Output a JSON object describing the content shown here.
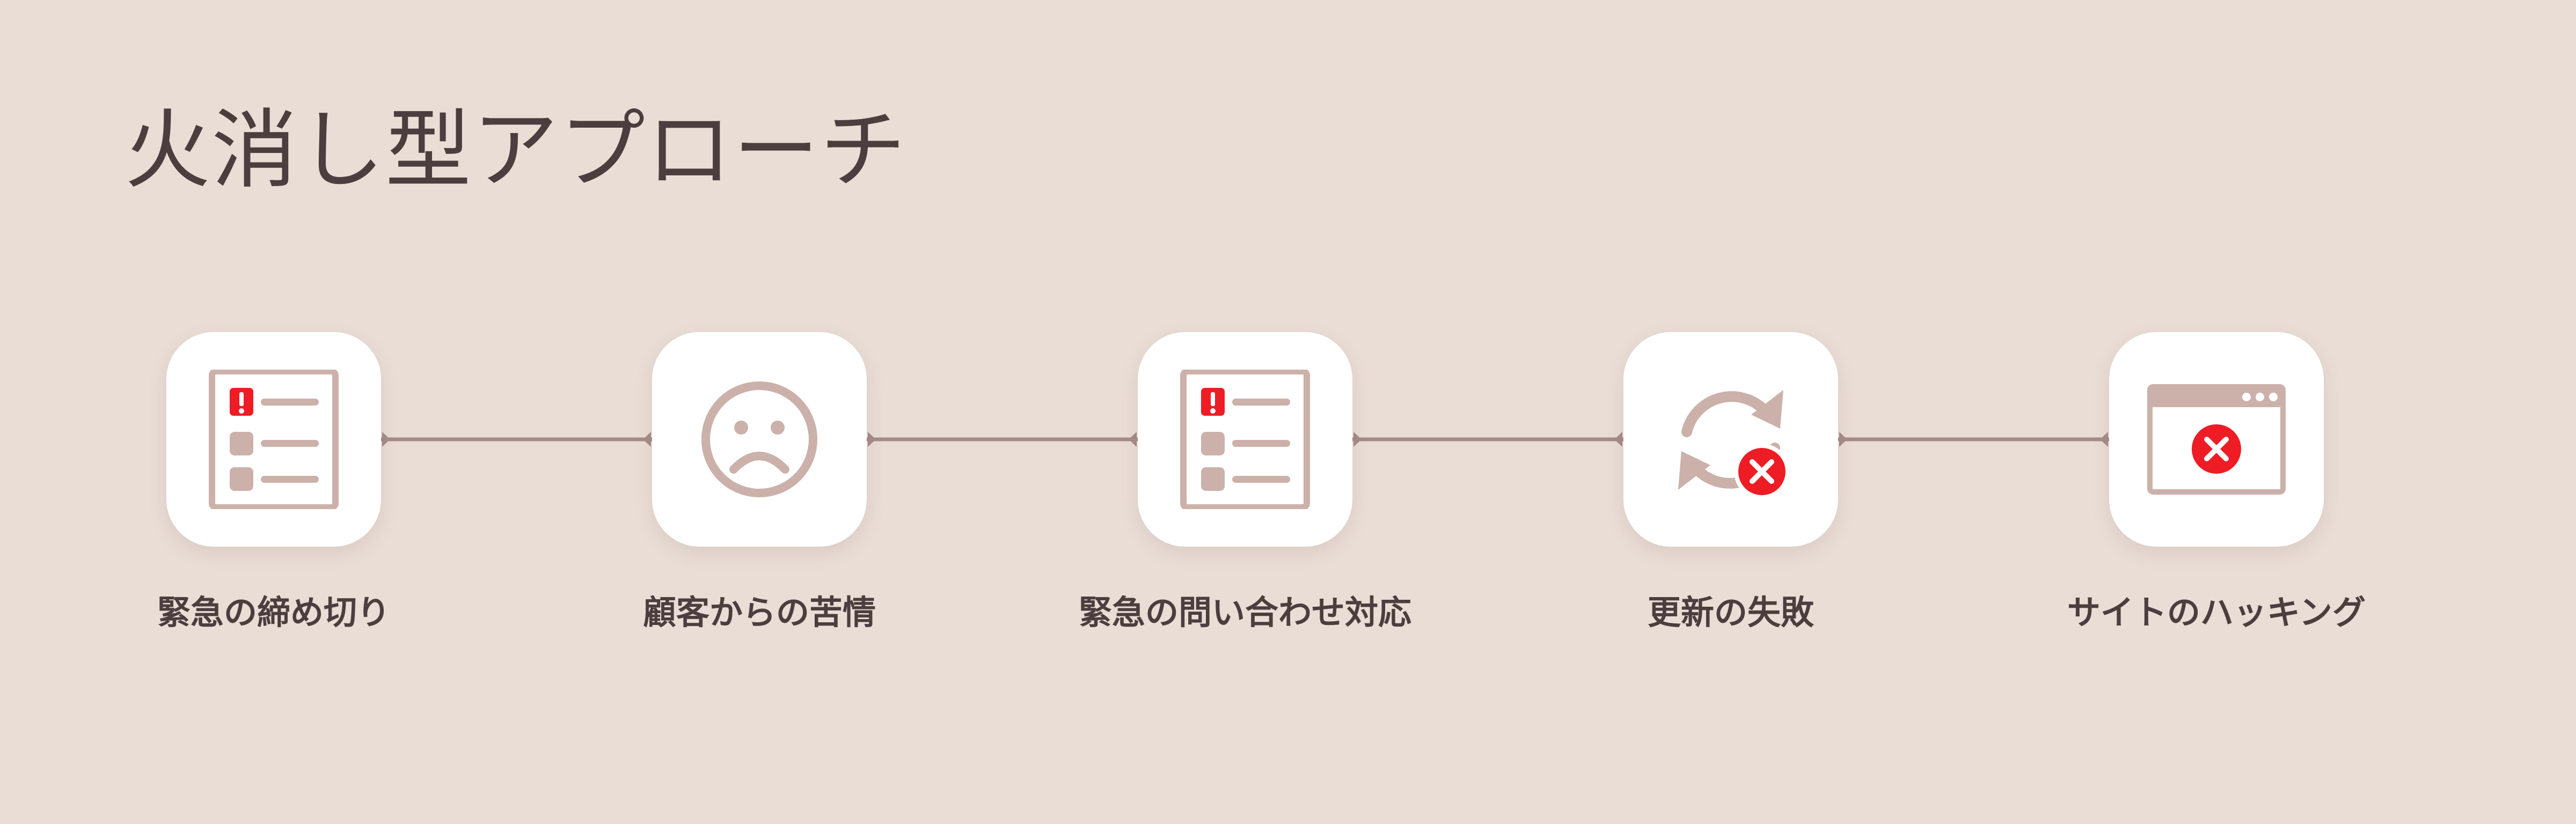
{
  "title": "火消し型アプローチ",
  "colors": {
    "background": "#e9ddd6",
    "icon": "#cbb1aa",
    "alert": "#ee1c25",
    "text": "#4c3e3e",
    "connector": "#a58c87"
  },
  "steps": [
    {
      "label": "緊急の締め切り",
      "icon": "alert-checklist-icon"
    },
    {
      "label": "顧客からの苦情",
      "icon": "sad-face-icon"
    },
    {
      "label": "緊急の問い合わせ対応",
      "icon": "alert-checklist-icon"
    },
    {
      "label": "更新の失敗",
      "icon": "refresh-error-icon"
    },
    {
      "label": "サイトのハッキング",
      "icon": "browser-error-icon"
    }
  ]
}
